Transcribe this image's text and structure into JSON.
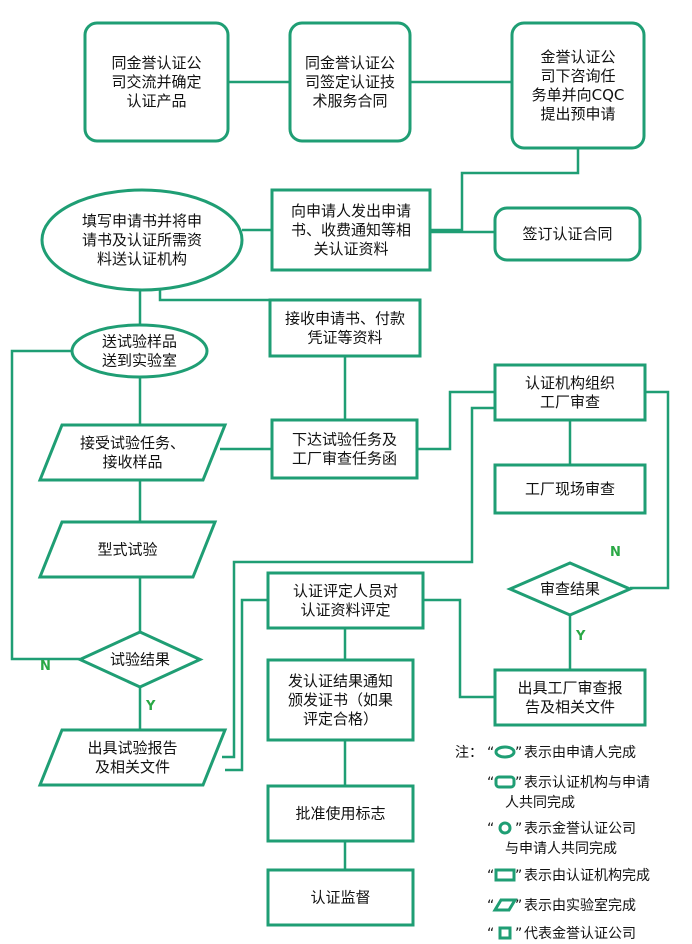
{
  "colors": {
    "stroke": "#1f9e74",
    "yes_no": "#2aa845",
    "text": "#111111"
  },
  "nodes": {
    "n1": [
      "同金誉认证公",
      "司交流并确定",
      "认证产品"
    ],
    "n2": [
      "同金誉认证公",
      "司签定认证技",
      "术服务合同"
    ],
    "n3": [
      "金誉认证公",
      "司下咨询任",
      "务单并向CQC",
      "提出预申请"
    ],
    "n4": [
      "填写申请书并将申",
      "请书及认证所需资",
      "料送认证机构"
    ],
    "n5": [
      "向申请人发出申请",
      "书、收费通知等相",
      "关认证资料"
    ],
    "n6": [
      "签订认证合同"
    ],
    "n7": [
      "接收申请书、付款",
      "凭证等资料"
    ],
    "n8": [
      "送试验样品",
      "送到实验室"
    ],
    "n9": [
      "认证机构组织",
      "工厂审查"
    ],
    "n10": [
      "接受试验任务、",
      "接收样品"
    ],
    "n11": [
      "下达试验任务及",
      "工厂审查任务函"
    ],
    "n12": [
      "工厂现场审查"
    ],
    "n13": [
      "型式试验"
    ],
    "n14": [
      "审查结果"
    ],
    "n15": [
      "认证评定人员对",
      "认证资料评定"
    ],
    "n16": [
      "试验结果"
    ],
    "n17": [
      "发认证结果通知",
      "颁发证书（如果",
      "评定合格）"
    ],
    "n18": [
      "出具工厂审查报",
      "告及相关文件"
    ],
    "n19": [
      "出具试验报告",
      "及相关文件"
    ],
    "n20": [
      "批准使用标志"
    ],
    "n21": [
      "认证监督"
    ]
  },
  "labels": {
    "n_left": "N",
    "y_left": "Y",
    "n_right": "N",
    "y_right": "Y"
  },
  "legend": {
    "prefix": "注：",
    "items": [
      {
        "icon": "ellipse-icon",
        "lines": [
          "表示由申请人完成"
        ]
      },
      {
        "icon": "rounded-rect-icon",
        "lines": [
          "表示认证机构与申请",
          "人共同完成"
        ]
      },
      {
        "icon": "circle-icon",
        "lines": [
          "表示金誉认证公司",
          "与申请人共同完成"
        ]
      },
      {
        "icon": "rect-icon",
        "lines": [
          "表示由认证机构完成"
        ]
      },
      {
        "icon": "parallelogram-icon",
        "lines": [
          "表示由实验室完成"
        ]
      },
      {
        "icon": "square-icon",
        "lines": [
          "代表金誉认证公司"
        ]
      }
    ]
  }
}
